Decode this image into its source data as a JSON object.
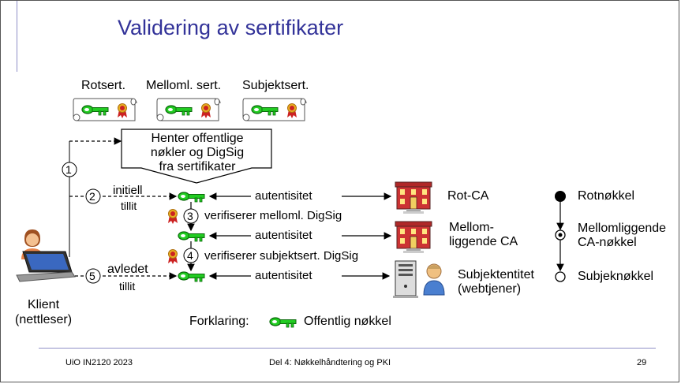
{
  "title": "Validering av sertifikater",
  "certs": [
    "Rotsert.",
    "Melloml. sert.",
    "Subjektsert."
  ],
  "callout": [
    "Henter offentlige",
    "nøkler og DigSig",
    "fra sertifikater"
  ],
  "steps": {
    "s1": "1",
    "s2": "2",
    "s2_a": "initiell",
    "s2_b": "tillit",
    "s3": "3",
    "s3_text": "verifiserer melloml. DigSig",
    "s4": "4",
    "s4_text": "verifiserer subjektsert. DigSig",
    "s5": "5",
    "s5_a": "avledet",
    "s5_b": "tillit"
  },
  "authenticity": "autentisitet",
  "entities": {
    "root": "Rot-CA",
    "mid_a": "Mellom-",
    "mid_b": "liggende CA",
    "subj_a": "Subjektentitet",
    "subj_b": "(webtjener)"
  },
  "client": {
    "a": "Klient",
    "b": "(nettleser)"
  },
  "legend_chain": {
    "root": "Rotnøkkel",
    "mid_a": "Mellomliggende",
    "mid_b": "CA-nøkkel",
    "subj": "Subjeknøkkel"
  },
  "legend": {
    "label": "Forklaring:",
    "key": "Offentlig nøkkel"
  },
  "footer": {
    "left": "UiO IN2120 2023",
    "center": "Del 4: Nøkkelhåndtering og PKI",
    "page": "29"
  },
  "colors": {
    "title": "#333399",
    "key": "#22cc22",
    "building": "#cc3333",
    "rule": "#8f8fc8"
  }
}
